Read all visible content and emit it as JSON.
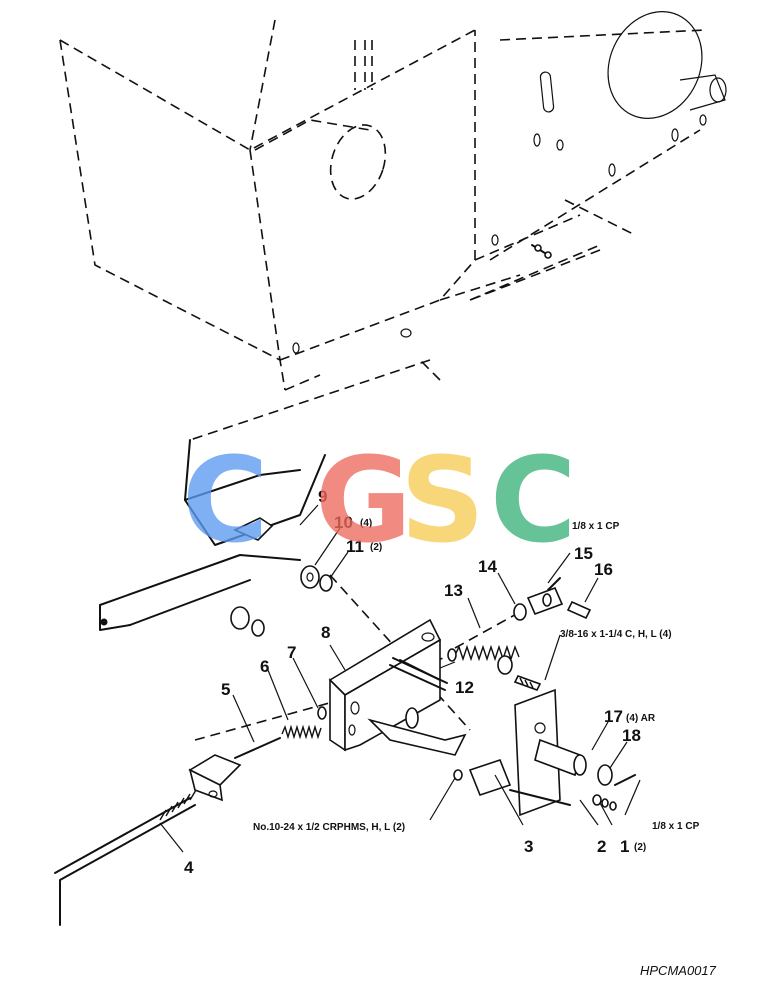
{
  "callouts": [
    {
      "num": "9",
      "qty": ""
    },
    {
      "num": "10",
      "qty": "(4)"
    },
    {
      "num": "11",
      "qty": "(2)"
    },
    {
      "num": "15",
      "qty": ""
    },
    {
      "num": "16",
      "qty": ""
    },
    {
      "num": "14",
      "qty": ""
    },
    {
      "num": "13",
      "qty": ""
    },
    {
      "num": "8",
      "qty": ""
    },
    {
      "num": "12",
      "qty": ""
    },
    {
      "num": "7",
      "qty": ""
    },
    {
      "num": "6",
      "qty": ""
    },
    {
      "num": "5",
      "qty": ""
    },
    {
      "num": "17",
      "qty": "(4) AR"
    },
    {
      "num": "18",
      "qty": ""
    },
    {
      "num": "3",
      "qty": ""
    },
    {
      "num": "2",
      "qty": ""
    },
    {
      "num": "1",
      "qty": "(2)"
    },
    {
      "num": "4",
      "qty": ""
    }
  ],
  "notes": {
    "cotter_pin_top": "1/8 x 1 CP",
    "cap_screw": "3/8-16 x 1-1/4 C, H, L (4)",
    "machine_screw": "No.10-24 x 1/2 CRPHMS, H, L (2)",
    "cotter_pin_bottom": "1/8 x 1 CP"
  },
  "figure_id": "HPCMA0017",
  "watermark": {
    "letters": [
      "C",
      "G",
      "S",
      "C"
    ],
    "colors": [
      "#5b9bf0",
      "#ee6a5e",
      "#f7cc55",
      "#3cb27a"
    ]
  }
}
